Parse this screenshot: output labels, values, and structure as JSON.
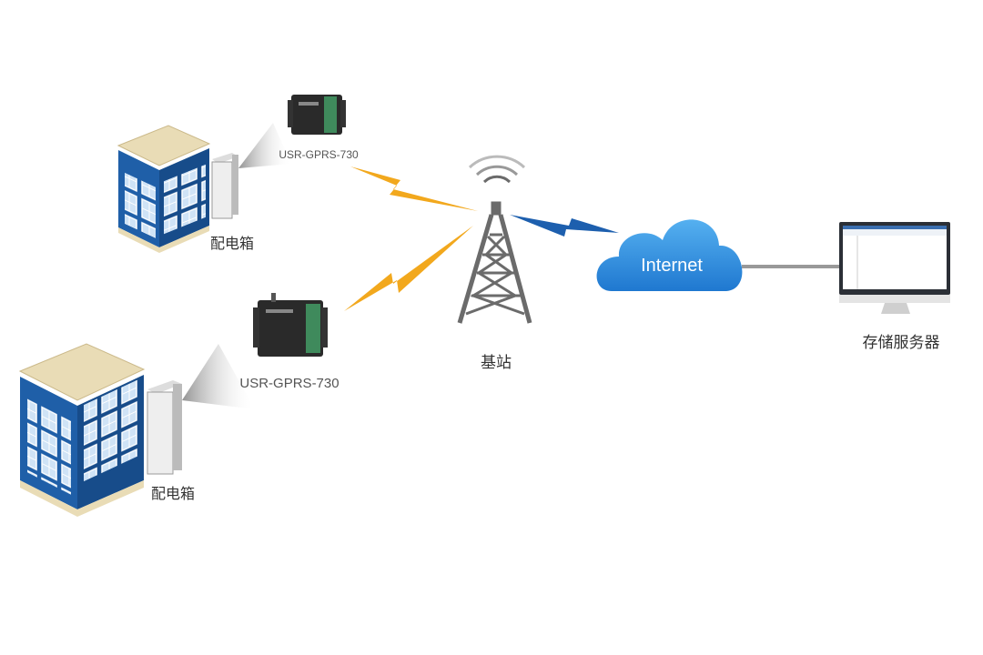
{
  "nodes": {
    "site1": {
      "device_label": "USR-GPRS-730",
      "box_label": "配电箱"
    },
    "site2": {
      "device_label": "USR-GPRS-730",
      "box_label": "配电箱"
    },
    "tower": {
      "label": "基站"
    },
    "cloud": {
      "label": "Internet"
    },
    "server": {
      "label": "存储服务器"
    }
  },
  "colors": {
    "building": "#1f5fa8",
    "roof": "#e9dcb6",
    "signal_yellow": "#f2a81d",
    "signal_blue": "#1d5fae",
    "cloud": "#2f8fe0",
    "tower": "#6b6b6b"
  }
}
